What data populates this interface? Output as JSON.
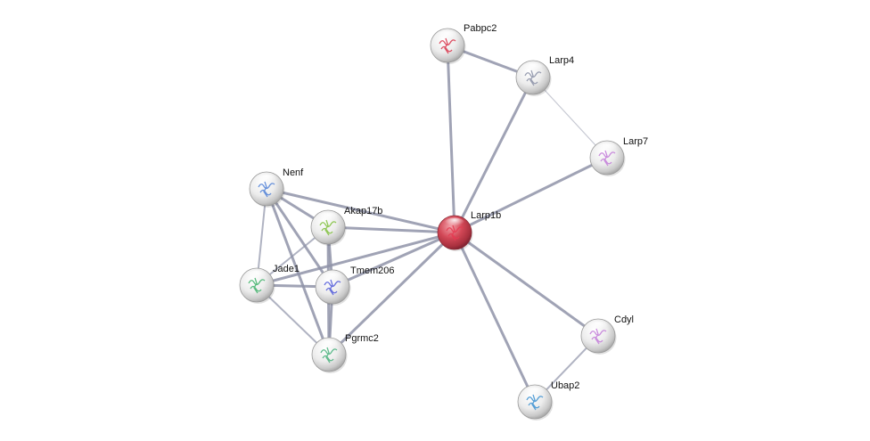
{
  "network": {
    "nodes": [
      {
        "id": "larp1b",
        "label": "Larp1b",
        "query": true,
        "icon": "protein-structure-icon",
        "accent": "#e53b52"
      },
      {
        "id": "pabpc2",
        "label": "Pabpc2",
        "query": false,
        "icon": "protein-structure-icon",
        "accent": "#d8344a"
      },
      {
        "id": "larp4",
        "label": "Larp4",
        "query": false,
        "icon": "protein-structure-icon",
        "accent": "#8a8fa6"
      },
      {
        "id": "larp7",
        "label": "Larp7",
        "query": false,
        "icon": "protein-structure-icon",
        "accent": "#c27ad8"
      },
      {
        "id": "nenf",
        "label": "Nenf",
        "query": false,
        "icon": "protein-structure-icon",
        "accent": "#4d7fd6"
      },
      {
        "id": "akap17b",
        "label": "Akap17b",
        "query": false,
        "icon": "protein-structure-icon",
        "accent": "#7fbf3c"
      },
      {
        "id": "jade1",
        "label": "Jade1",
        "query": false,
        "icon": "protein-structure-icon",
        "accent": "#3fb26a"
      },
      {
        "id": "tmem206",
        "label": "Tmem206",
        "query": false,
        "icon": "protein-structure-icon",
        "accent": "#4f58d8"
      },
      {
        "id": "pgrmc2",
        "label": "Pgrmc2",
        "query": false,
        "icon": "protein-structure-icon",
        "accent": "#46b07a"
      },
      {
        "id": "cdyl",
        "label": "Cdyl",
        "query": false,
        "icon": "protein-structure-icon",
        "accent": "#c27ad8"
      },
      {
        "id": "ubap2",
        "label": "Ubap2",
        "query": false,
        "icon": "protein-structure-icon",
        "accent": "#3a8fd0"
      }
    ],
    "edges": [
      {
        "source": "larp1b",
        "target": "pabpc2",
        "strength": "strong"
      },
      {
        "source": "larp1b",
        "target": "larp4",
        "strength": "strong"
      },
      {
        "source": "larp1b",
        "target": "larp7",
        "strength": "strong"
      },
      {
        "source": "larp1b",
        "target": "nenf",
        "strength": "strong"
      },
      {
        "source": "larp1b",
        "target": "akap17b",
        "strength": "strong"
      },
      {
        "source": "larp1b",
        "target": "jade1",
        "strength": "strong"
      },
      {
        "source": "larp1b",
        "target": "tmem206",
        "strength": "strong"
      },
      {
        "source": "larp1b",
        "target": "pgrmc2",
        "strength": "strong"
      },
      {
        "source": "larp1b",
        "target": "cdyl",
        "strength": "strong"
      },
      {
        "source": "larp1b",
        "target": "ubap2",
        "strength": "strong"
      },
      {
        "source": "pabpc2",
        "target": "larp4",
        "strength": "strong"
      },
      {
        "source": "larp4",
        "target": "larp7",
        "strength": "weak"
      },
      {
        "source": "nenf",
        "target": "akap17b",
        "strength": "strong"
      },
      {
        "source": "nenf",
        "target": "jade1",
        "strength": "medium"
      },
      {
        "source": "nenf",
        "target": "tmem206",
        "strength": "strong"
      },
      {
        "source": "nenf",
        "target": "pgrmc2",
        "strength": "strong"
      },
      {
        "source": "akap17b",
        "target": "jade1",
        "strength": "medium"
      },
      {
        "source": "akap17b",
        "target": "tmem206",
        "strength": "strong"
      },
      {
        "source": "akap17b",
        "target": "pgrmc2",
        "strength": "strong"
      },
      {
        "source": "jade1",
        "target": "tmem206",
        "strength": "strong"
      },
      {
        "source": "jade1",
        "target": "pgrmc2",
        "strength": "medium"
      },
      {
        "source": "tmem206",
        "target": "pgrmc2",
        "strength": "strong"
      },
      {
        "source": "cdyl",
        "target": "ubap2",
        "strength": "medium"
      }
    ]
  },
  "colors": {
    "query_node": "#c9404e",
    "neighbor_node": "#e6e6e6",
    "edge": "#8f93a8",
    "label": "#111111"
  }
}
